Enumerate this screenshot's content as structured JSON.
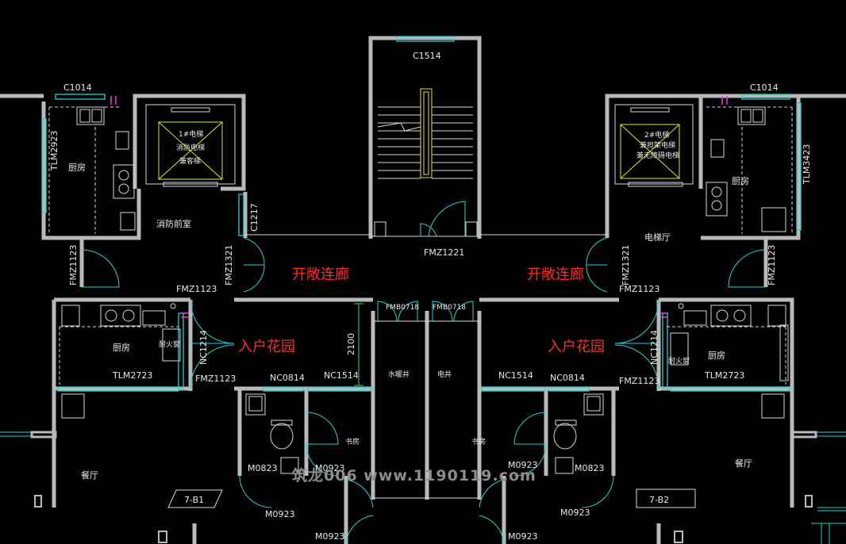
{
  "labels": {
    "c1514": "C1514",
    "c1014_left": "C1014",
    "c1014_right": "C1014",
    "tlm2923": "TLM2923",
    "tlm3423": "TLM3423",
    "kitchen_tl": "厨房",
    "kitchen_tr": "厨房",
    "kitchen_ml": "厨房",
    "kitchen_mr": "厨房",
    "lift1_a": "1#电梯",
    "lift1_b": "消防电梯",
    "lift1_c": "兼客梯",
    "lift2_a": "2#电梯",
    "lift2_b": "兼担架电梯",
    "lift2_c": "兼无障碍电梯",
    "c1217": "C1217",
    "fire_lobby": "消防前室",
    "elevator_hall": "电梯厅",
    "fmz1221": "FMZ1221",
    "fmz1123_l1": "FMZ1123",
    "fmz1123_l2": "FMZ1123",
    "fmz1123_l3": "FMZ1123",
    "fmz1123_r1": "FMZ1123",
    "fmz1123_r2": "FMZ1123",
    "fmz1123_r3": "FMZ1123",
    "fmz1321_l": "FMZ1321",
    "fmz1321_r": "FMZ1321",
    "corridor_l": "开敞连廊",
    "corridor_r": "开敞连廊",
    "fmb0718_1": "FMB0718",
    "fmb0718_2": "FMB0718",
    "garden_l": "入户花园",
    "garden_r": "入户花园",
    "dim_2100": "2100",
    "nc1214_l": "NC1214",
    "nc1214_r": "NC1214",
    "nc0814_l": "NC0814",
    "nc0814_r": "NC0814",
    "nc1514_l": "NC1514",
    "nc1514_r": "NC1514",
    "water_shaft": "水暖井",
    "elec_shaft": "电井",
    "tlm2723_l": "TLM2723",
    "tlm2723_r": "TLM2723",
    "fire_win_l": "耐火窗",
    "fire_win_r": "耐火窗",
    "study_l": "书房",
    "study_r": "书房",
    "dining_l": "餐厅",
    "dining_r": "餐厅",
    "m0823_l": "M0823",
    "m0823_r": "M0823",
    "m0923_1": "M0923",
    "m0923_2": "M0923",
    "m0923_3": "M0923",
    "m0923_4": "M0923",
    "m0923_5": "M0923",
    "m0923_6": "M0923",
    "unit_l": "7-B1",
    "unit_r": "7-B2"
  },
  "watermark": "筑龙006  www.1190119.com",
  "colors": {
    "background": "#000000",
    "wall": "#b9b9b9",
    "window": "#2ad0d0",
    "handrail": "#e6e629",
    "text": "#e8e8e8",
    "highlight_text": "#ff2a2a"
  }
}
